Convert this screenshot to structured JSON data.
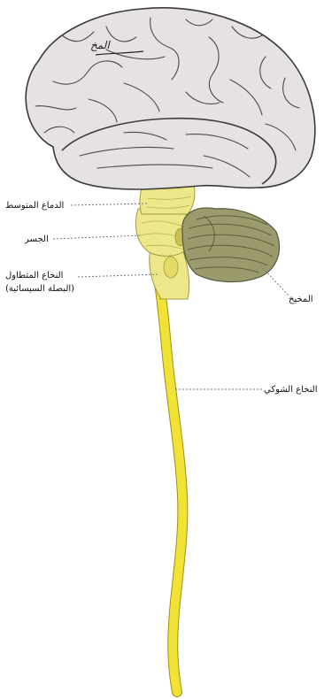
{
  "labels": {
    "brain": "المخ",
    "midbrain": "الدماغ المتوسط",
    "pons": "الجسر",
    "medulla_line1": "النخاع المتطاول",
    "medulla_line2": "(البصلة السيسائية)",
    "cerebellum": "المخيخ",
    "spinal_cord": "النخاع الشوكي"
  },
  "colors": {
    "brain_fill": "#e6e2e2",
    "brain_stroke": "#3a3a3a",
    "brainstem": "#ece88a",
    "spinal_cord": "#f1e236",
    "cerebellum": "#9b9a6c",
    "leader_line": "#777777"
  }
}
